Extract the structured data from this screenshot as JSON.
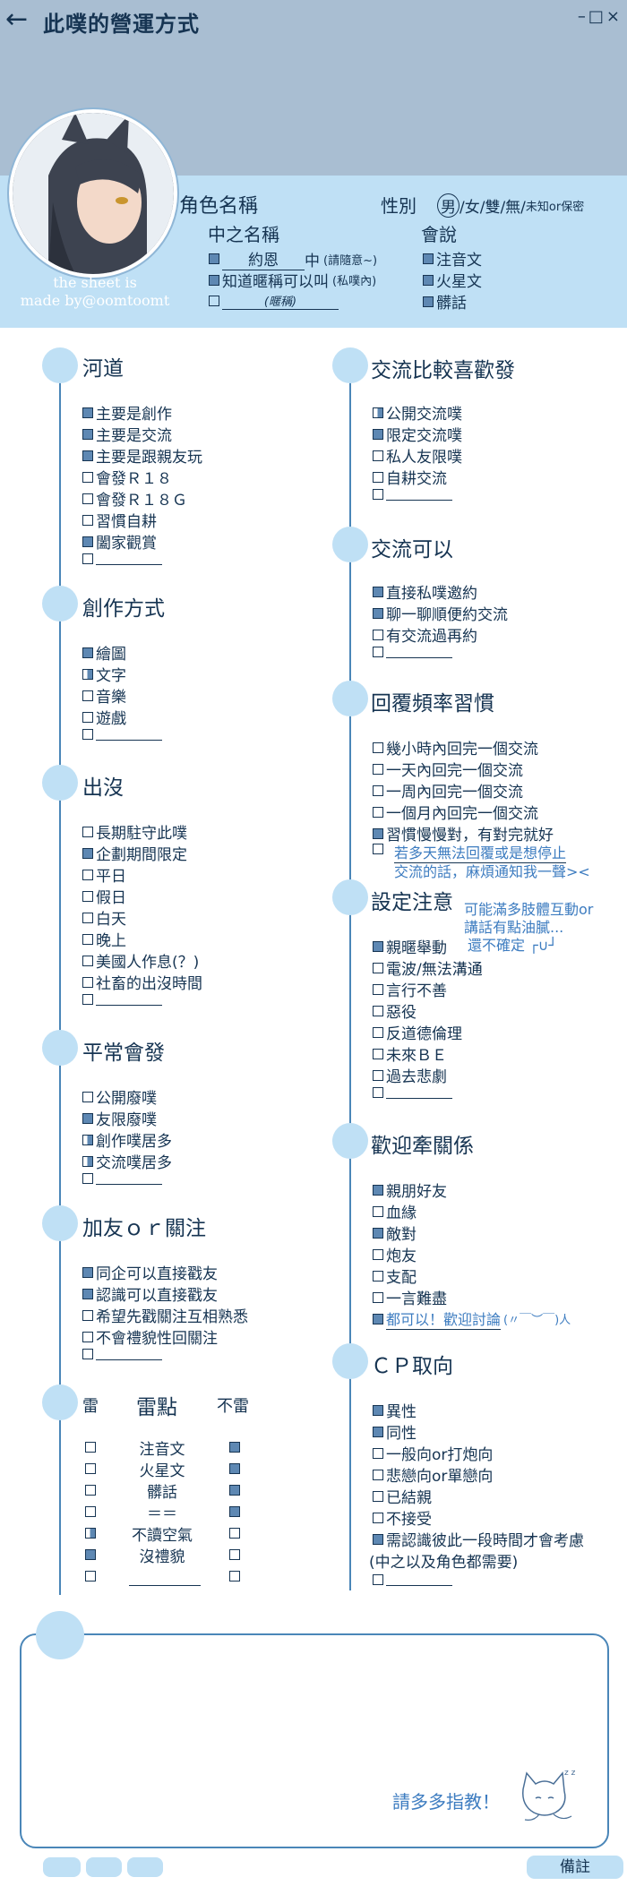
{
  "header": {
    "title": "此噗的營運方式",
    "min": "–",
    "max": "□",
    "close": "×"
  },
  "profile": {
    "credit_line1": "the sheet is",
    "credit_line2": "made by@oomtoomt",
    "role_name_label": "角色名稱",
    "gender_label": "性別",
    "gender_selected": "男",
    "gender_rest": "/女/雙/無/",
    "gender_tail": "未知or保密",
    "middle_name_label": "中之名稱",
    "mid_name_value": "約恩",
    "mid_name_suffix": "中",
    "mid_name_hint": "(請隨意~)",
    "nickname_text": "知道暱稱可以叫",
    "nickname_hint": "(私噗內)",
    "nickname_placeholder": "(暱稱)",
    "speak_label": "會說",
    "speak_items": [
      "注音文",
      "火星文",
      "髒話"
    ]
  },
  "left": {
    "hedao": {
      "title": "河道",
      "items": [
        "主要是創作",
        "主要是交流",
        "主要是跟親友玩",
        "會發Ｒ１８",
        "會發Ｒ１８Ｇ",
        "習慣自耕",
        "闔家觀賞"
      ]
    },
    "create": {
      "title": "創作方式",
      "items": [
        "繪圖",
        "文字",
        "音樂",
        "遊戲"
      ]
    },
    "appear": {
      "title": "出沒",
      "items": [
        "長期駐守此噗",
        "企劃期間限定",
        "平日",
        "假日",
        "白天",
        "晚上",
        "美國人作息(？)",
        "社畜的出沒時間"
      ]
    },
    "usual": {
      "title": "平常會發",
      "items": [
        "公開廢噗",
        "友限廢噗",
        "創作噗居多",
        "交流噗居多"
      ]
    },
    "friend": {
      "title": "加友ｏｒ關注",
      "items": [
        "同企可以直接戳友",
        "認識可以直接戳友",
        "希望先戳關注互相熟悉",
        "不會禮貌性回關注"
      ]
    },
    "thunder": {
      "title": "雷點",
      "left_head": "雷",
      "right_head": "不雷",
      "rows": [
        "注音文",
        "火星文",
        "髒話",
        "＝＝",
        "不讀空氣",
        "沒禮貌"
      ]
    }
  },
  "right": {
    "prefer": {
      "title": "交流比較喜歡發",
      "items": [
        "公開交流噗",
        "限定交流噗",
        "私人友限噗",
        "自耕交流"
      ]
    },
    "can": {
      "title": "交流可以",
      "items": [
        "直接私噗邀約",
        "聊一聊順便約交流",
        "有交流過再約"
      ]
    },
    "reply": {
      "title": "回覆頻率習慣",
      "items": [
        "幾小時內回完一個交流",
        "一天內回完一個交流",
        "一周內回完一個交流",
        "一個月內回完一個交流",
        "習慣慢慢對，有對完就好"
      ],
      "note_line1": "若多天無法回覆或是想停止",
      "note_line2": "交流的話，麻煩通知我一聲><"
    },
    "setting": {
      "title": "設定注意",
      "side_note1": "可能滿多肢體互動or",
      "side_note2": "講話有點油膩...",
      "side_note3": "還不確定 ┌∪┘",
      "items": [
        "親暱舉動",
        "電波/無法溝通",
        "言行不善",
        "惡役",
        "反道德倫理",
        "未來ＢＥ",
        "過去悲劇"
      ]
    },
    "welcome": {
      "title": "歡迎牽關係",
      "items": [
        "親朋好友",
        "血緣",
        "敵對",
        "炮友",
        "支配",
        "一言難盡"
      ],
      "last_item": "都可以！歡迎討論",
      "last_face": "(〃￣︶￣)人"
    },
    "cp": {
      "title": "ＣＰ取向",
      "items": [
        "異性",
        "同性",
        "一般向or打炮向",
        "悲戀向or單戀向",
        "已結親",
        "不接受",
        "需認識彼此一段時間才會考慮"
      ],
      "tail": "(中之以及角色都需要)"
    }
  },
  "remark": {
    "thanks": "請多多指教！",
    "tab_label": "備註",
    "zzz": "z z"
  },
  "colors": {
    "accent": "#bfe0f5",
    "header": "#a9bed2",
    "text": "#163452",
    "check": "#5e88b3",
    "note": "#3d7cc0"
  }
}
